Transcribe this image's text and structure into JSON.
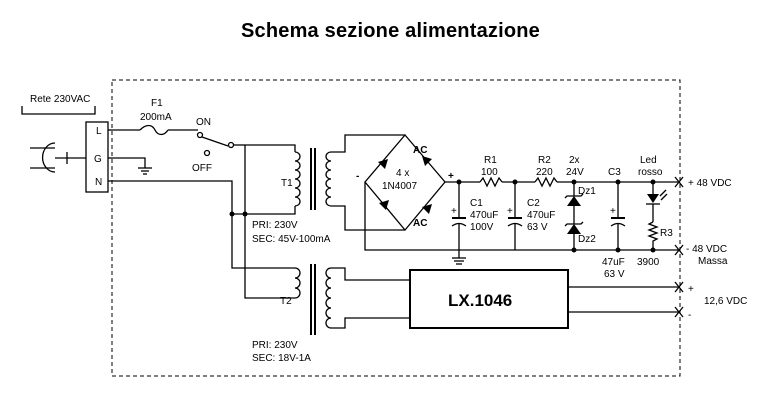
{
  "title": "Schema sezione alimentazione",
  "labels": {
    "rete": "Rete 230VAC",
    "f1": "F1",
    "f1_val": "200mA",
    "on": "ON",
    "off": "OFF",
    "plug_l": "L",
    "plug_g": "G",
    "plug_n": "N",
    "t1": "T1",
    "t2": "T2",
    "t1_pri": "PRI: 230V",
    "t1_sec": "SEC: 45V-100mA",
    "t2_pri": "PRI: 230V",
    "t2_sec": "SEC: 18V-1A",
    "ac_top": "AC",
    "ac_bot": "AC",
    "bridge_1": "4 x",
    "bridge_2": "1N4007",
    "plus": "+",
    "minus": "-",
    "c1": "C1",
    "c1_v1": "470uF",
    "c1_v2": "100V",
    "r1": "R1",
    "r1_v": "100",
    "r2": "R2",
    "r2_v": "220",
    "c2": "C2",
    "c2_v1": "470uF",
    "c2_v2": "63 V",
    "dz_top": "2x",
    "dz_top2": "24V",
    "dz1": "Dz1",
    "dz2": "Dz2",
    "c3": "C3",
    "c3_v1": "47uF",
    "c3_v2": "63 V",
    "led1": "Led",
    "led2": "rosso",
    "r3": "R3",
    "r3_v": "3900",
    "out_p48": "+ 48 VDC",
    "out_m48": "- 48 VDC",
    "massa": "Massa",
    "lx": "LX.1046",
    "out_126": "12,6 VDC",
    "out_126_p": "+",
    "out_126_m": "-"
  }
}
